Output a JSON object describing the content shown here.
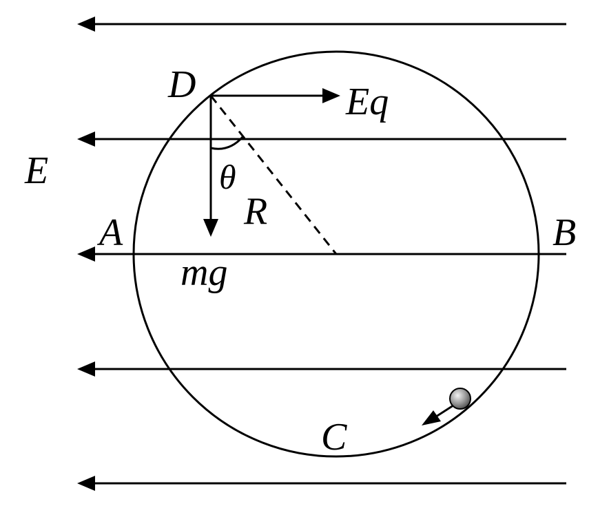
{
  "labels": {
    "field": "E",
    "point_a": "A",
    "point_b": "B",
    "point_c": "C",
    "point_d": "D",
    "force_eq": "Eq",
    "force_mg": "mg",
    "angle": "θ",
    "radius": "R"
  },
  "colors": {
    "ink": "#000000",
    "background": "#ffffff"
  }
}
